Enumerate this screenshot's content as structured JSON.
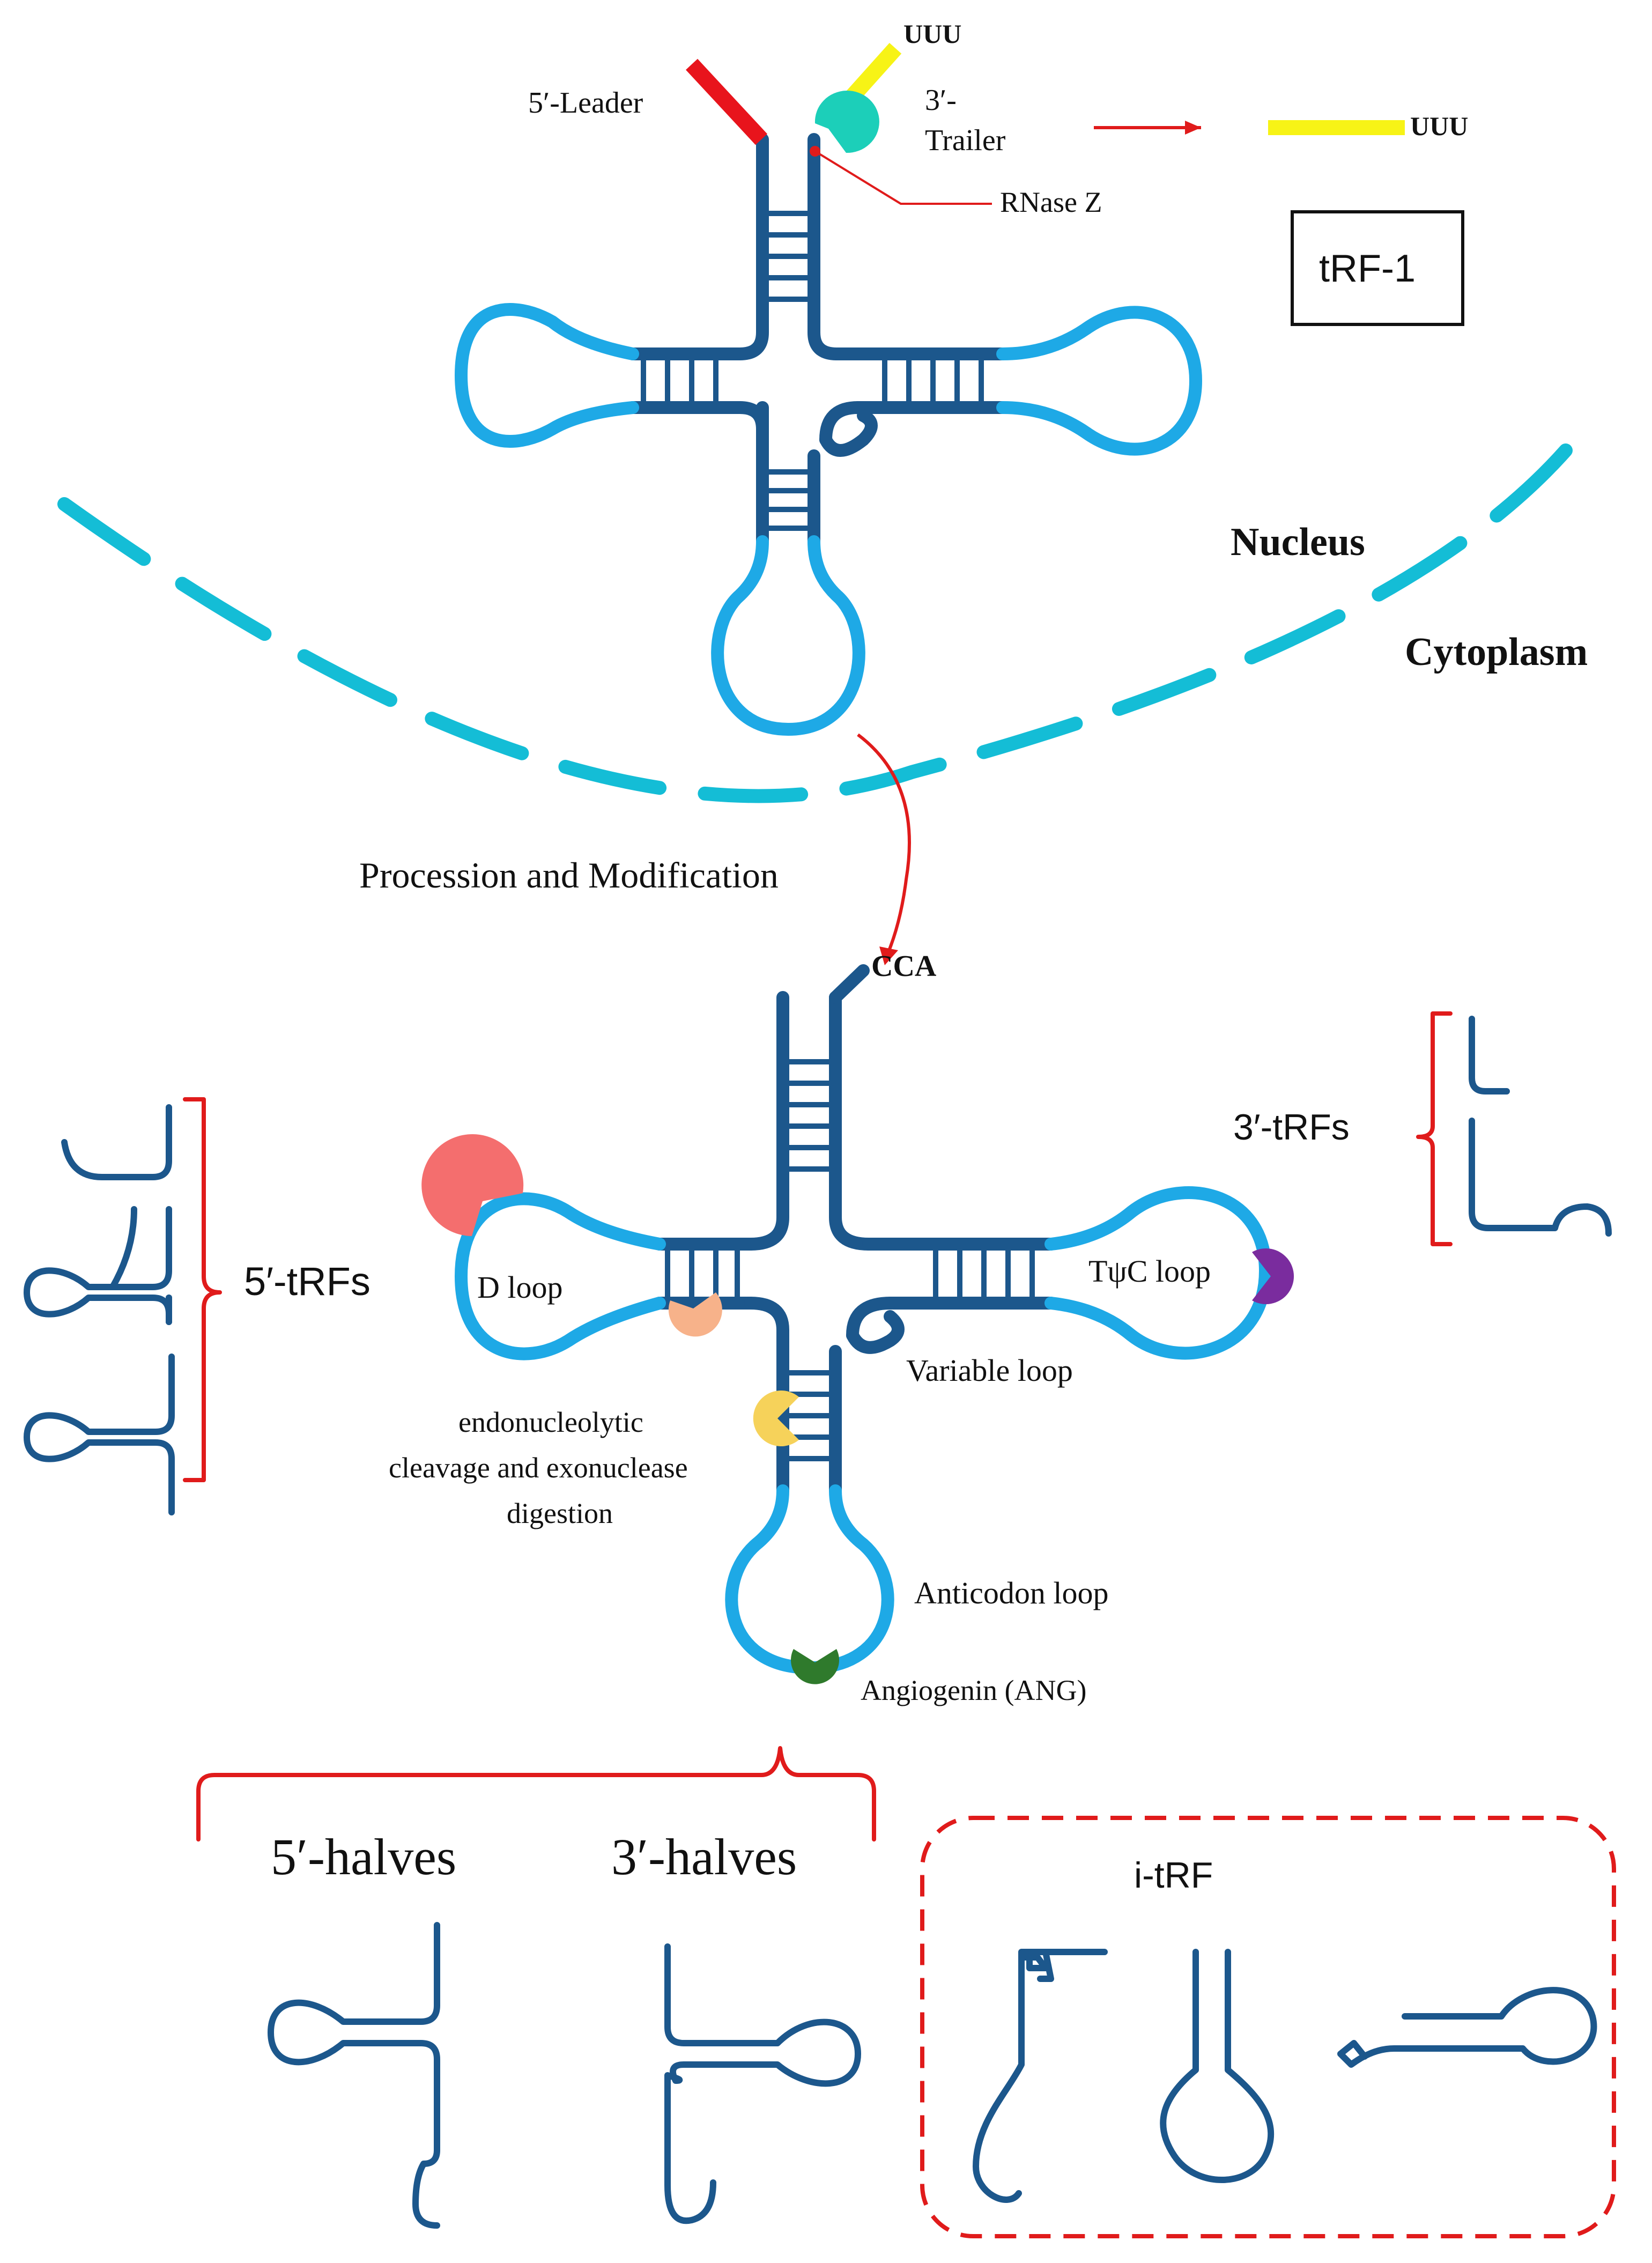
{
  "labels": {
    "leader": "5′-Leader",
    "trailer_line1": "3′-",
    "trailer_line2": "Trailer",
    "uuu_top": "UUU",
    "uuu_right": "UUU",
    "rnase_z": "RNase Z",
    "trf1": "tRF-1",
    "nucleus": "Nucleus",
    "cytoplasm": "Cytoplasm",
    "procession": "Procession and Modification",
    "cca": "CCA",
    "five_trfs": "5′-tRFs",
    "three_trfs": "3′-tRFs",
    "d_loop": "D loop",
    "tpsic_loop": "TψC loop",
    "variable_loop": "Variable loop",
    "cleavage_line1": "endonucleolytic",
    "cleavage_line2": "cleavage and exonuclease",
    "cleavage_line3": "digestion",
    "anticodon_loop": "Anticodon loop",
    "angiogenin": "Angiogenin (ANG)",
    "five_halves": "5′-halves",
    "three_halves": "3′-halves",
    "itrf": "i-tRF"
  },
  "colors": {
    "trna_dark": "#1c578c",
    "trna_light": "#1ea9e6",
    "membrane": "#14bdd6",
    "arrow_red": "#e01b1b",
    "leader_red": "#e8141c",
    "trailer_yellow": "#f7f316",
    "rnase_teal": "#1ccfb9",
    "enzyme_salmon": "#f46e6e",
    "enzyme_peach": "#f7b28a",
    "enzyme_yellow": "#f6d25a",
    "enzyme_purple": "#7a2c9e",
    "enzyme_green": "#2f7a2c"
  },
  "icons": [
    "rnase-z-enzyme-icon",
    "enzyme-salmon-icon",
    "enzyme-peach-icon",
    "enzyme-yellow-icon",
    "enzyme-purple-icon",
    "angiogenin-enzyme-icon"
  ]
}
